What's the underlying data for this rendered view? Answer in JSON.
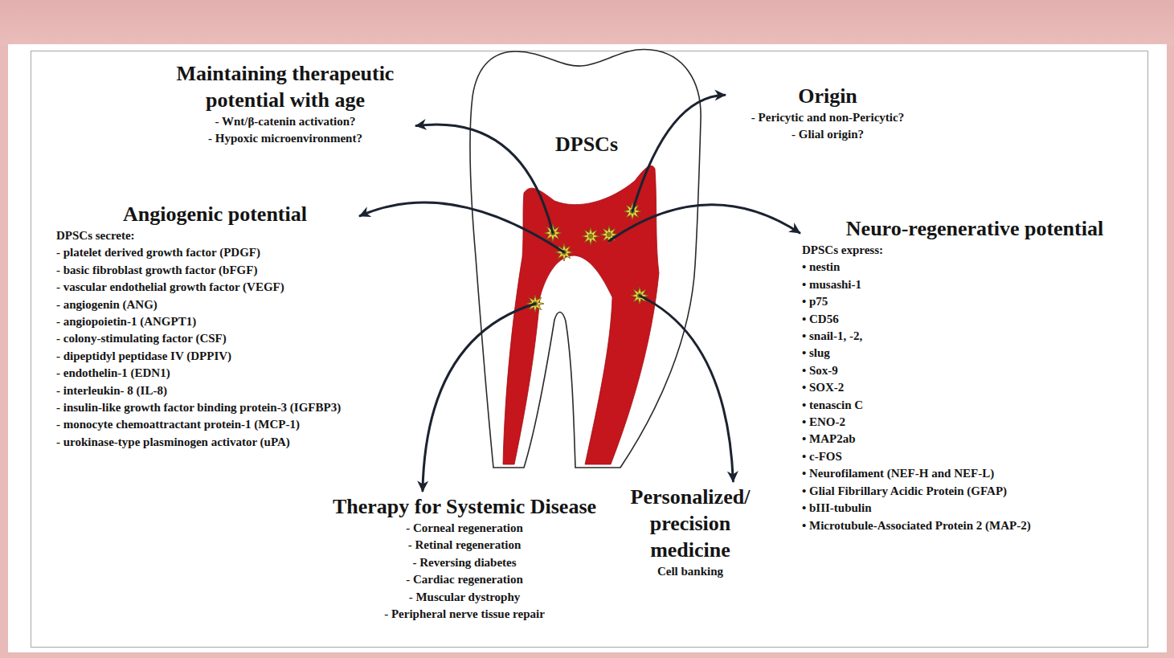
{
  "diagram": {
    "nodes": [
      {
        "text": [
          "DPSCs"
        ]
      },
      {
        "text": [
          "Maintaining therapeutic potential with age",
          "- Wnt/β-catenin activation?",
          "- Hypoxic microenvironment?"
        ]
      },
      {
        "text": [
          "Origin",
          "- Pericytic and non-Pericytic?",
          "- Glial origin?"
        ]
      },
      {
        "text": [
          "Angiogenic potential",
          "DPSCs secrete:",
          "- platelet derived growth factor (PDGF)",
          "- basic fibroblast growth factor (bFGF)",
          "- vascular endothelial growth factor (VEGF)",
          "- angiogenin (ANG)",
          "- angiopoietin-1 (ANGPT1)",
          "- colony-stimulating factor (CSF)",
          "- dipeptidyl peptidase IV (DPPIV)",
          "- endothelin-1 (EDN1)",
          "- interleukin- 8 (IL-8)",
          "- insulin-like growth factor binding protein-3 (IGFBP3)",
          "- monocyte chemoattractant protein-1 (MCP-1)",
          "- urokinase-type plasminogen activator (uPA)"
        ]
      },
      {
        "text": [
          "Neuro-regenerative potential",
          "DPSCs express:",
          "• nestin",
          "• musashi-1",
          "• p75",
          "• CD56",
          "• snail-1, -2,",
          "• slug",
          "• Sox-9",
          "• SOX-2",
          "• tenascin C",
          "• ENO-2",
          "• MAP2ab",
          "• c-FOS",
          "• Neurofilament (NEF-H and NEF-L)",
          "• Glial Fibrillary Acidic Protein (GFAP)",
          "• bIII-tubulin",
          "• Microtubule-Associated Protein 2 (MAP-2)"
        ]
      },
      {
        "text": [
          "Therapy for Systemic Disease",
          "- Corneal regeneration",
          "- Retinal regeneration",
          "- Reversing diabetes",
          "- Cardiac regeneration",
          "- Muscular dystrophy",
          "- Peripheral nerve tissue repair"
        ]
      },
      {
        "text": [
          "Personalized/ precision medicine",
          "Cell banking"
        ]
      }
    ],
    "edges": [
      {
        "from": 0,
        "to": 1,
        "arrow": "to"
      },
      {
        "from": 0,
        "to": 2,
        "arrow": "to"
      },
      {
        "from": 0,
        "to": 3,
        "arrow": "to"
      },
      {
        "from": 0,
        "to": 4,
        "arrow": "to"
      },
      {
        "from": 0,
        "to": 5,
        "arrow": "to"
      },
      {
        "from": 0,
        "to": 6,
        "arrow": "to"
      }
    ]
  }
}
